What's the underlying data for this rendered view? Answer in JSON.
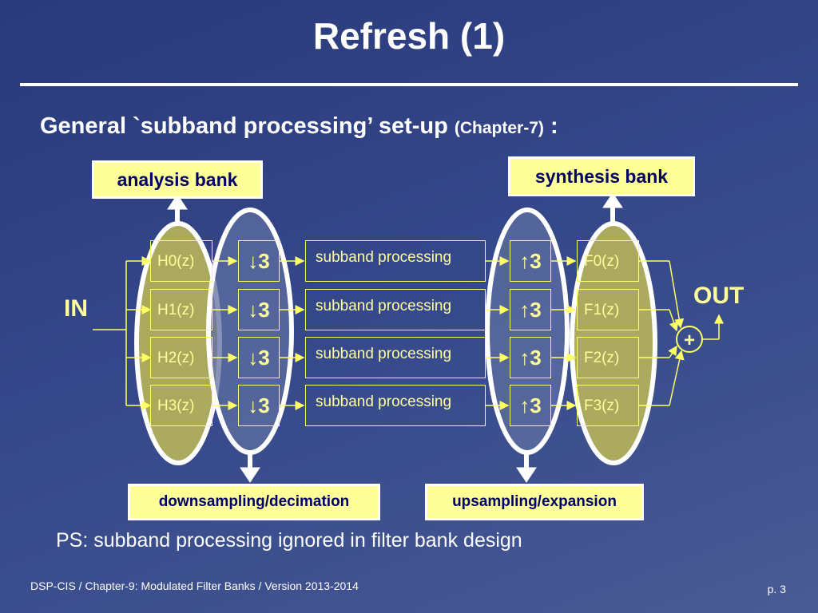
{
  "title": "Refresh (1)",
  "heading": {
    "main": "General `subband processing’ set-up",
    "chapter": "(Chapter-7)",
    "colon": ":"
  },
  "labels": {
    "analysis": "analysis bank",
    "synthesis": "synthesis bank",
    "downsampling": "downsampling/decimation",
    "upsampling": "upsampling/expansion",
    "in": "IN",
    "out": "OUT",
    "plus": "+"
  },
  "analysis_filters": [
    "H0(z)",
    "H1(z)",
    "H2(z)",
    "H3(z)"
  ],
  "synthesis_filters": [
    "F0(z)",
    "F1(z)",
    "F2(z)",
    "F3(z)"
  ],
  "decimation_factor": "3",
  "down_arrow": "↓",
  "up_arrow": "↑",
  "processing_label": "subband processing",
  "note": "PS: subband processing ignored in filter bank design",
  "footer": "DSP-CIS  /  Chapter-9: Modulated Filter Banks  /  Version 2013-2014",
  "page": "p. 3",
  "colors": {
    "background": "#34478a",
    "line": "#ffff66",
    "label_fill": "#ffff99",
    "ellipse_fill_analysis": "#b5b25a",
    "ellipse_fill_down": "#5f6fa0"
  }
}
